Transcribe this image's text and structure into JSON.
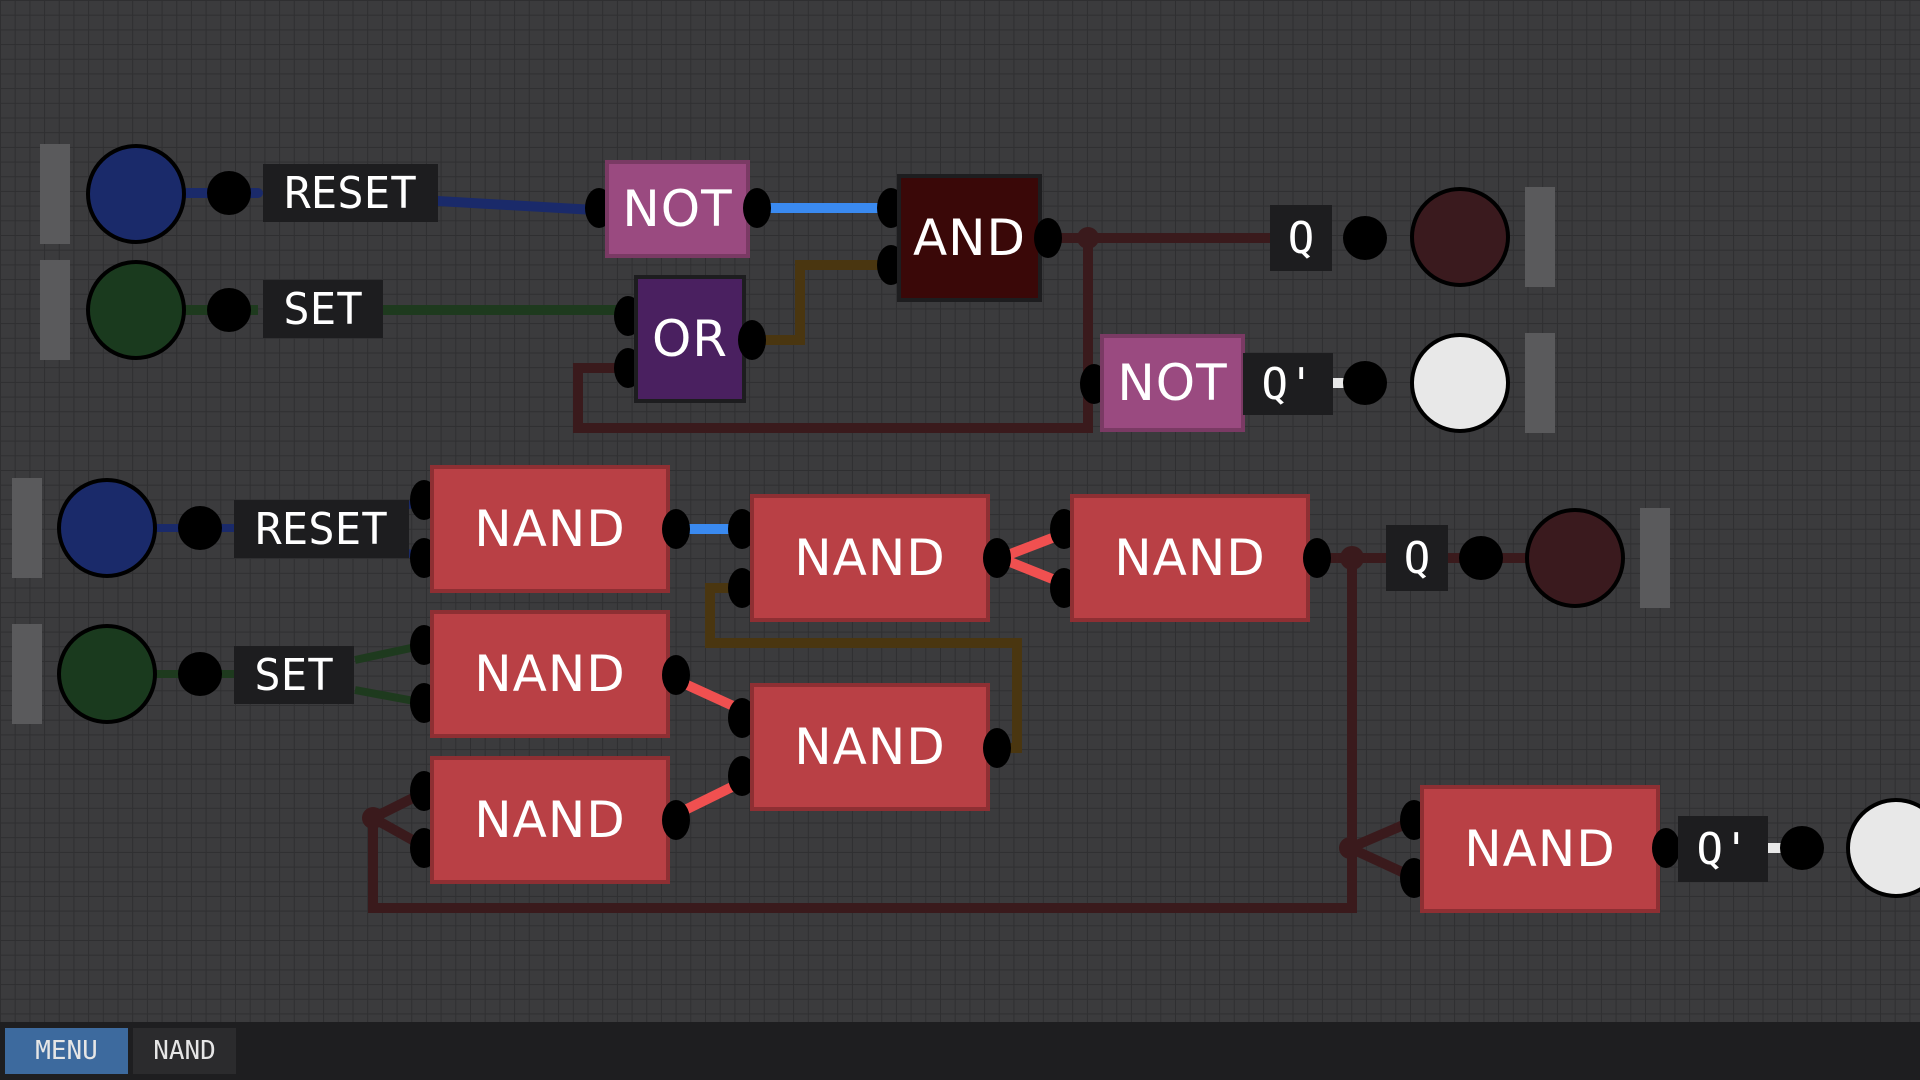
{
  "circuit_upper": {
    "inputs": [
      {
        "label": "RESET",
        "color": "#1a2a6a"
      },
      {
        "label": "SET",
        "color": "#1a3a1e"
      }
    ],
    "gates": {
      "not_1": "NOT",
      "or_1": "OR",
      "and_1": "AND",
      "not_2": "NOT"
    },
    "outputs": [
      {
        "label": "Q",
        "color": "#3a1a1e"
      },
      {
        "label": "Q'",
        "color": "#e8e8e8"
      }
    ]
  },
  "circuit_lower": {
    "inputs": [
      {
        "label": "RESET",
        "color": "#1a2a6a"
      },
      {
        "label": "SET",
        "color": "#1a3a1e"
      }
    ],
    "gates": {
      "nand_1": "NAND",
      "nand_2": "NAND",
      "nand_3": "NAND",
      "nand_4": "NAND",
      "nand_5": "NAND",
      "nand_6": "NAND"
    },
    "outputs": [
      {
        "label": "Q",
        "color": "#3a1a1e"
      },
      {
        "label": "Q'",
        "color": "#e8e8e8"
      }
    ]
  },
  "toolbar": {
    "menu_label": "MENU",
    "component_label": "NAND"
  },
  "colors": {
    "nand_gate": "#b94045",
    "not_gate": "#9a4a80",
    "or_gate": "#4a2060",
    "and_gate": "#3a0808",
    "wire_blue_active": "#3a8af0",
    "wire_red_active": "#f05050",
    "wire_dark_red": "#3a1a1c",
    "wire_brown": "#4a3610",
    "menu_button": "#3d6a9e"
  }
}
